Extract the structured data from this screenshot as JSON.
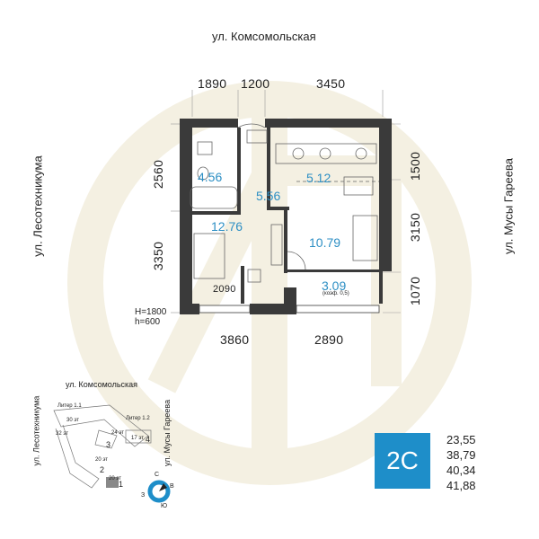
{
  "streets": {
    "top": "ул. Комсомольская",
    "left": "ул. Лесотехникума",
    "right": "ул. Мусы Гареева"
  },
  "dims": {
    "top": [
      "1890",
      "1200",
      "3450"
    ],
    "left": [
      "2560",
      "3350"
    ],
    "right": [
      "1500",
      "3150",
      "1070"
    ],
    "bottom": [
      "3860",
      "2890"
    ],
    "inner": "2090"
  },
  "heights": [
    "H=1800",
    "h=600"
  ],
  "rooms": {
    "bath": "4.56",
    "hall": "5.56",
    "kitchen": "5.12",
    "bedroom": "12.76",
    "living": "10.79",
    "balcony": "3.09",
    "balcony_note": "(коэф. 0,5)"
  },
  "keyplan": {
    "street_top": "ул. Комсомольская",
    "street_left": "ул. Лесотехникума",
    "street_right": "ул. Мусы Гареева",
    "liter1": "Литер 1.1",
    "liter2": "Литер 1.2",
    "floors": [
      "30 эт",
      "32 эт",
      "24 эт",
      "17 эт",
      "20 эт",
      "20 эт"
    ],
    "sections": [
      "3",
      "4",
      "2",
      "1"
    ],
    "compass": {
      "n": "С",
      "e": "В",
      "s": "Ю",
      "w": "З"
    }
  },
  "badge": {
    "label": "2С",
    "color": "#1e8ec9"
  },
  "areas": [
    "23,55",
    "38,79",
    "40,34",
    "41,88"
  ],
  "colors": {
    "wall": "#3a3a3a",
    "accent": "#2d8fc4",
    "watermark": "#f3efe2"
  }
}
